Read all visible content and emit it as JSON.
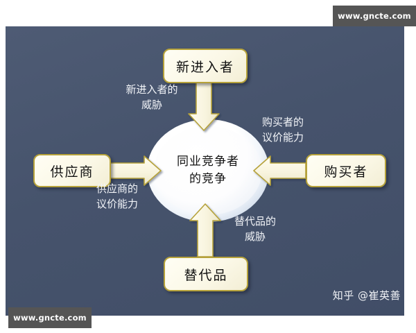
{
  "diagram": {
    "center": {
      "name": "industry-rivalry",
      "line1": "同业竞争者",
      "line2": "的竞争"
    },
    "forces": [
      {
        "id": "new-entrants",
        "label": "新进入者"
      },
      {
        "id": "suppliers",
        "label": "供应商"
      },
      {
        "id": "buyers",
        "label": "购买者"
      },
      {
        "id": "substitutes",
        "label": "替代品"
      }
    ],
    "relations": [
      {
        "id": "threat-new-entrants",
        "line1": "新进入者的",
        "line2": "威胁"
      },
      {
        "id": "power-buyers",
        "line1": "购买者的",
        "line2": "议价能力"
      },
      {
        "id": "power-suppliers",
        "line1": "供应商的",
        "line2": "议价能力"
      },
      {
        "id": "threat-substitutes",
        "line1": "替代品的",
        "line2": "威胁"
      }
    ],
    "arrows": [
      {
        "id": "arrow-down",
        "direction": "down",
        "from": "new-entrants",
        "to": "center"
      },
      {
        "id": "arrow-right",
        "direction": "right",
        "from": "suppliers",
        "to": "center"
      },
      {
        "id": "arrow-left",
        "direction": "left",
        "from": "buyers",
        "to": "center"
      },
      {
        "id": "arrow-up",
        "direction": "up",
        "from": "substitutes",
        "to": "center"
      }
    ]
  },
  "watermarks": {
    "top": "www.gncte.com",
    "bottom": "www.gncte.com"
  },
  "attribution": "知乎 @崔英善",
  "colors": {
    "panel_background": "#4a5771",
    "box_fill": "#fbf8e7",
    "box_border": "#b6a23a",
    "arrow_fill": "#f7f3dd",
    "arrow_stroke": "#b6a23a",
    "center_fill": "#ffffff",
    "watermark_background": "#555555",
    "label_text": "#f2f4f8",
    "canvas_background": "#ffffff"
  }
}
